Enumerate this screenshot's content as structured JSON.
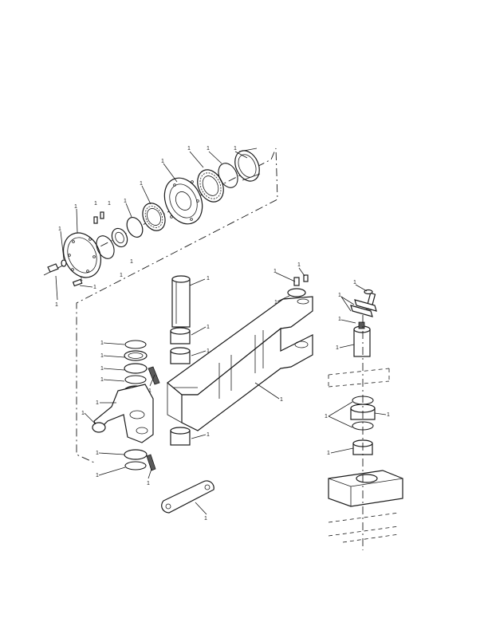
{
  "diagram": {
    "callouts": [
      "1",
      "1",
      "1",
      "1",
      "1",
      "1",
      "1",
      "1",
      "1",
      "1",
      "1",
      "1",
      "1",
      "1",
      "1",
      "1",
      "1",
      "1",
      "1",
      "1",
      "1",
      "1",
      "1",
      "1",
      "1",
      "1",
      "1",
      "1",
      "1",
      "1",
      "1",
      "1",
      "1",
      "1",
      "1",
      "1",
      "1",
      "1",
      "1",
      "1",
      "1"
    ]
  }
}
